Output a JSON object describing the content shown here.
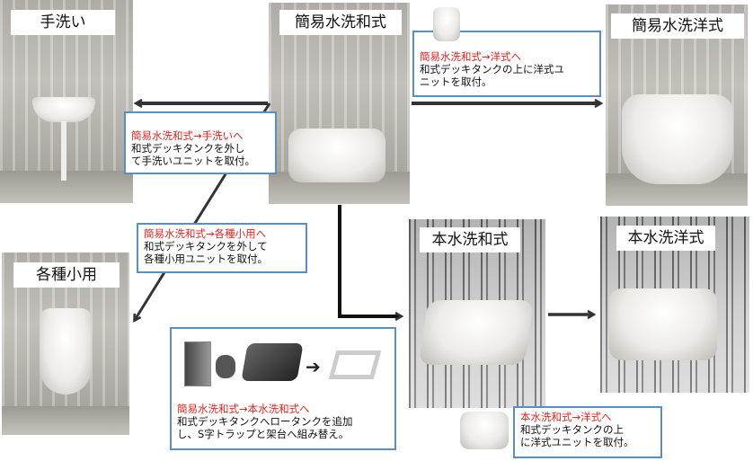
{
  "panels": {
    "tearai": {
      "label": "手洗い"
    },
    "kani_wa": {
      "label": "簡易水洗和式"
    },
    "kani_yo": {
      "label": "簡易水洗洋式"
    },
    "shoyo": {
      "label": "各種小用"
    },
    "hon_wa": {
      "label": "本水洗和式"
    },
    "hon_yo": {
      "label": "本水洗洋式"
    }
  },
  "notes": {
    "to_tearai": {
      "title": "簡易水洗和式→手洗いへ",
      "line1": "和式デッキタンクを外し",
      "line2": "て手洗いユニットを取付。"
    },
    "to_yoshiki": {
      "title": "簡易水洗和式→洋式へ",
      "line1": "和式デッキタンクの上に洋式ユ",
      "line2": "ニットを取付。"
    },
    "to_shoyo": {
      "title": "簡易水洗和式→各種小用へ",
      "line1": "和式デッキタンクを外して",
      "line2": "各種小用ユニットを取付。"
    },
    "to_honsui": {
      "title": "簡易水洗和式→本水洗和式へ",
      "line1": "和式デッキタンクへロータンクを追加",
      "line2": "し、S字トラップと架台へ組み替え。"
    },
    "hon_to_yo": {
      "title": "本水洗和式→洋式へ",
      "line1": "和式デッキタンクの上",
      "line2": "に洋式ユニットを取付。"
    }
  },
  "colors": {
    "note_border": "#5b8fc3",
    "note_title": "#e0241f",
    "arrow": "#333333"
  }
}
